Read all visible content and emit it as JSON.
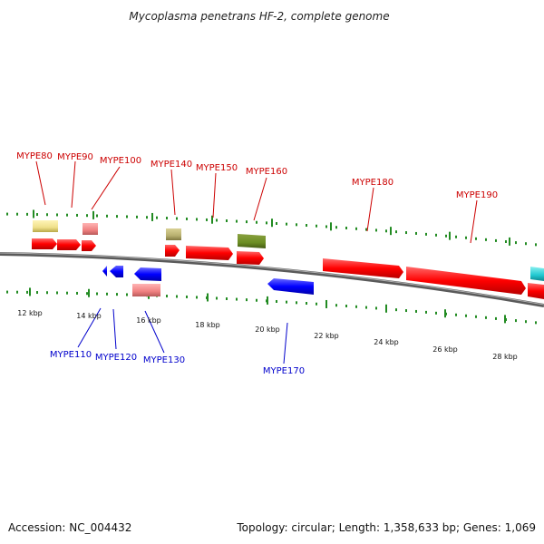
{
  "title": "Mycoplasma penetrans HF-2, complete genome",
  "footer": {
    "accession": "Accession: NC_004432",
    "summary": "Topology: circular; Length: 1,358,633 bp; Genes: 1,069"
  },
  "colors": {
    "forward_gene": "#ff0000",
    "reverse_gene": "#0000ff",
    "backbone": "#808080",
    "scale_ticks": "#228B22",
    "forward_label": "#cc0000",
    "reverse_label": "#0000cc"
  },
  "scale": {
    "ticks": [
      {
        "label": "12 kbp",
        "kb": 12
      },
      {
        "label": "14 kbp",
        "kb": 14
      },
      {
        "label": "16 kbp",
        "kb": 16
      },
      {
        "label": "18 kbp",
        "kb": 18
      },
      {
        "label": "20 kbp",
        "kb": 20
      },
      {
        "label": "22 kbp",
        "kb": 22
      },
      {
        "label": "24 kbp",
        "kb": 24
      },
      {
        "label": "26 kbp",
        "kb": 26
      },
      {
        "label": "28 kbp",
        "kb": 28
      }
    ]
  },
  "forward_labels": [
    {
      "name": "MYPE80"
    },
    {
      "name": "MYPE90"
    },
    {
      "name": "MYPE100"
    },
    {
      "name": "MYPE140"
    },
    {
      "name": "MYPE150"
    },
    {
      "name": "MYPE160"
    },
    {
      "name": "MYPE180"
    },
    {
      "name": "MYPE190"
    }
  ],
  "reverse_labels": [
    {
      "name": "MYPE110"
    },
    {
      "name": "MYPE120"
    },
    {
      "name": "MYPE130"
    },
    {
      "name": "MYPE170"
    }
  ]
}
